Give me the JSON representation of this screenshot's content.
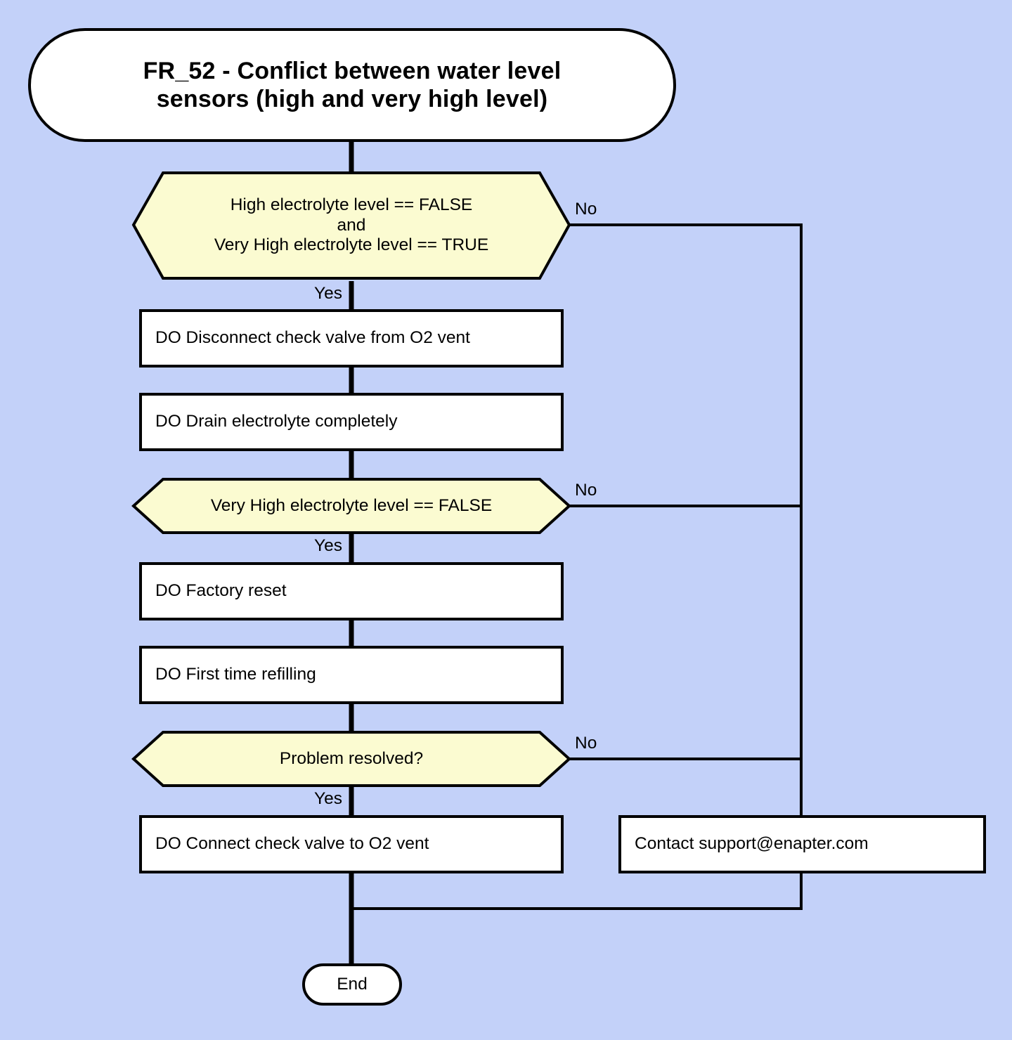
{
  "background_color": "#c3d1f9",
  "shape_colors": {
    "decision_fill": "#fbfbd1",
    "process_fill": "#ffffff",
    "terminal_fill": "#ffffff",
    "stroke": "#000000"
  },
  "title": {
    "label": "FR_52 - Conflict between water level\nsensors (high and very high level)",
    "shape": "stadium"
  },
  "nodes": {
    "decision_1": {
      "label": "High electrolyte level == FALSE\nand\nVery High electrolyte level == TRUE",
      "shape": "hexagon"
    },
    "process_1": {
      "label": "DO Disconnect check valve from O2 vent",
      "shape": "rectangle"
    },
    "process_2": {
      "label": "DO Drain electrolyte completely",
      "shape": "rectangle"
    },
    "decision_2": {
      "label": "Very High electrolyte level == FALSE",
      "shape": "hexagon"
    },
    "process_3": {
      "label": "DO Factory reset",
      "shape": "rectangle"
    },
    "process_4": {
      "label": "DO First time refilling",
      "shape": "rectangle"
    },
    "decision_3": {
      "label": "Problem resolved?",
      "shape": "hexagon"
    },
    "process_5": {
      "label": "DO Connect check valve to O2 vent",
      "shape": "rectangle"
    },
    "support": {
      "label": "Contact support@enapter.com",
      "shape": "rectangle"
    },
    "end": {
      "label": "End",
      "shape": "stadium"
    }
  },
  "edge_labels": {
    "yes_1": "Yes",
    "no_1": "No",
    "yes_2": "Yes",
    "no_2": "No",
    "yes_3": "Yes",
    "no_3": "No"
  }
}
